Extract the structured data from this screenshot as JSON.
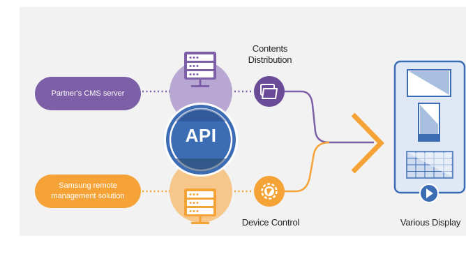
{
  "partner_cms": {
    "label": "Partner's CMS server"
  },
  "samsung_rms": {
    "line1": "Samsung remote",
    "line2": "management solution"
  },
  "api": {
    "label": "API"
  },
  "contents_distribution": {
    "line1": "Contents",
    "line2": "Distribution"
  },
  "device_control": {
    "label": "Device Control"
  },
  "various_display": {
    "label": "Various Display"
  },
  "colors": {
    "purple": "#7c5fa6",
    "orange": "#f5a237",
    "blue": "#3b6cb4",
    "light_blue": "#cfdcef",
    "panel": "#f2f2f3"
  }
}
